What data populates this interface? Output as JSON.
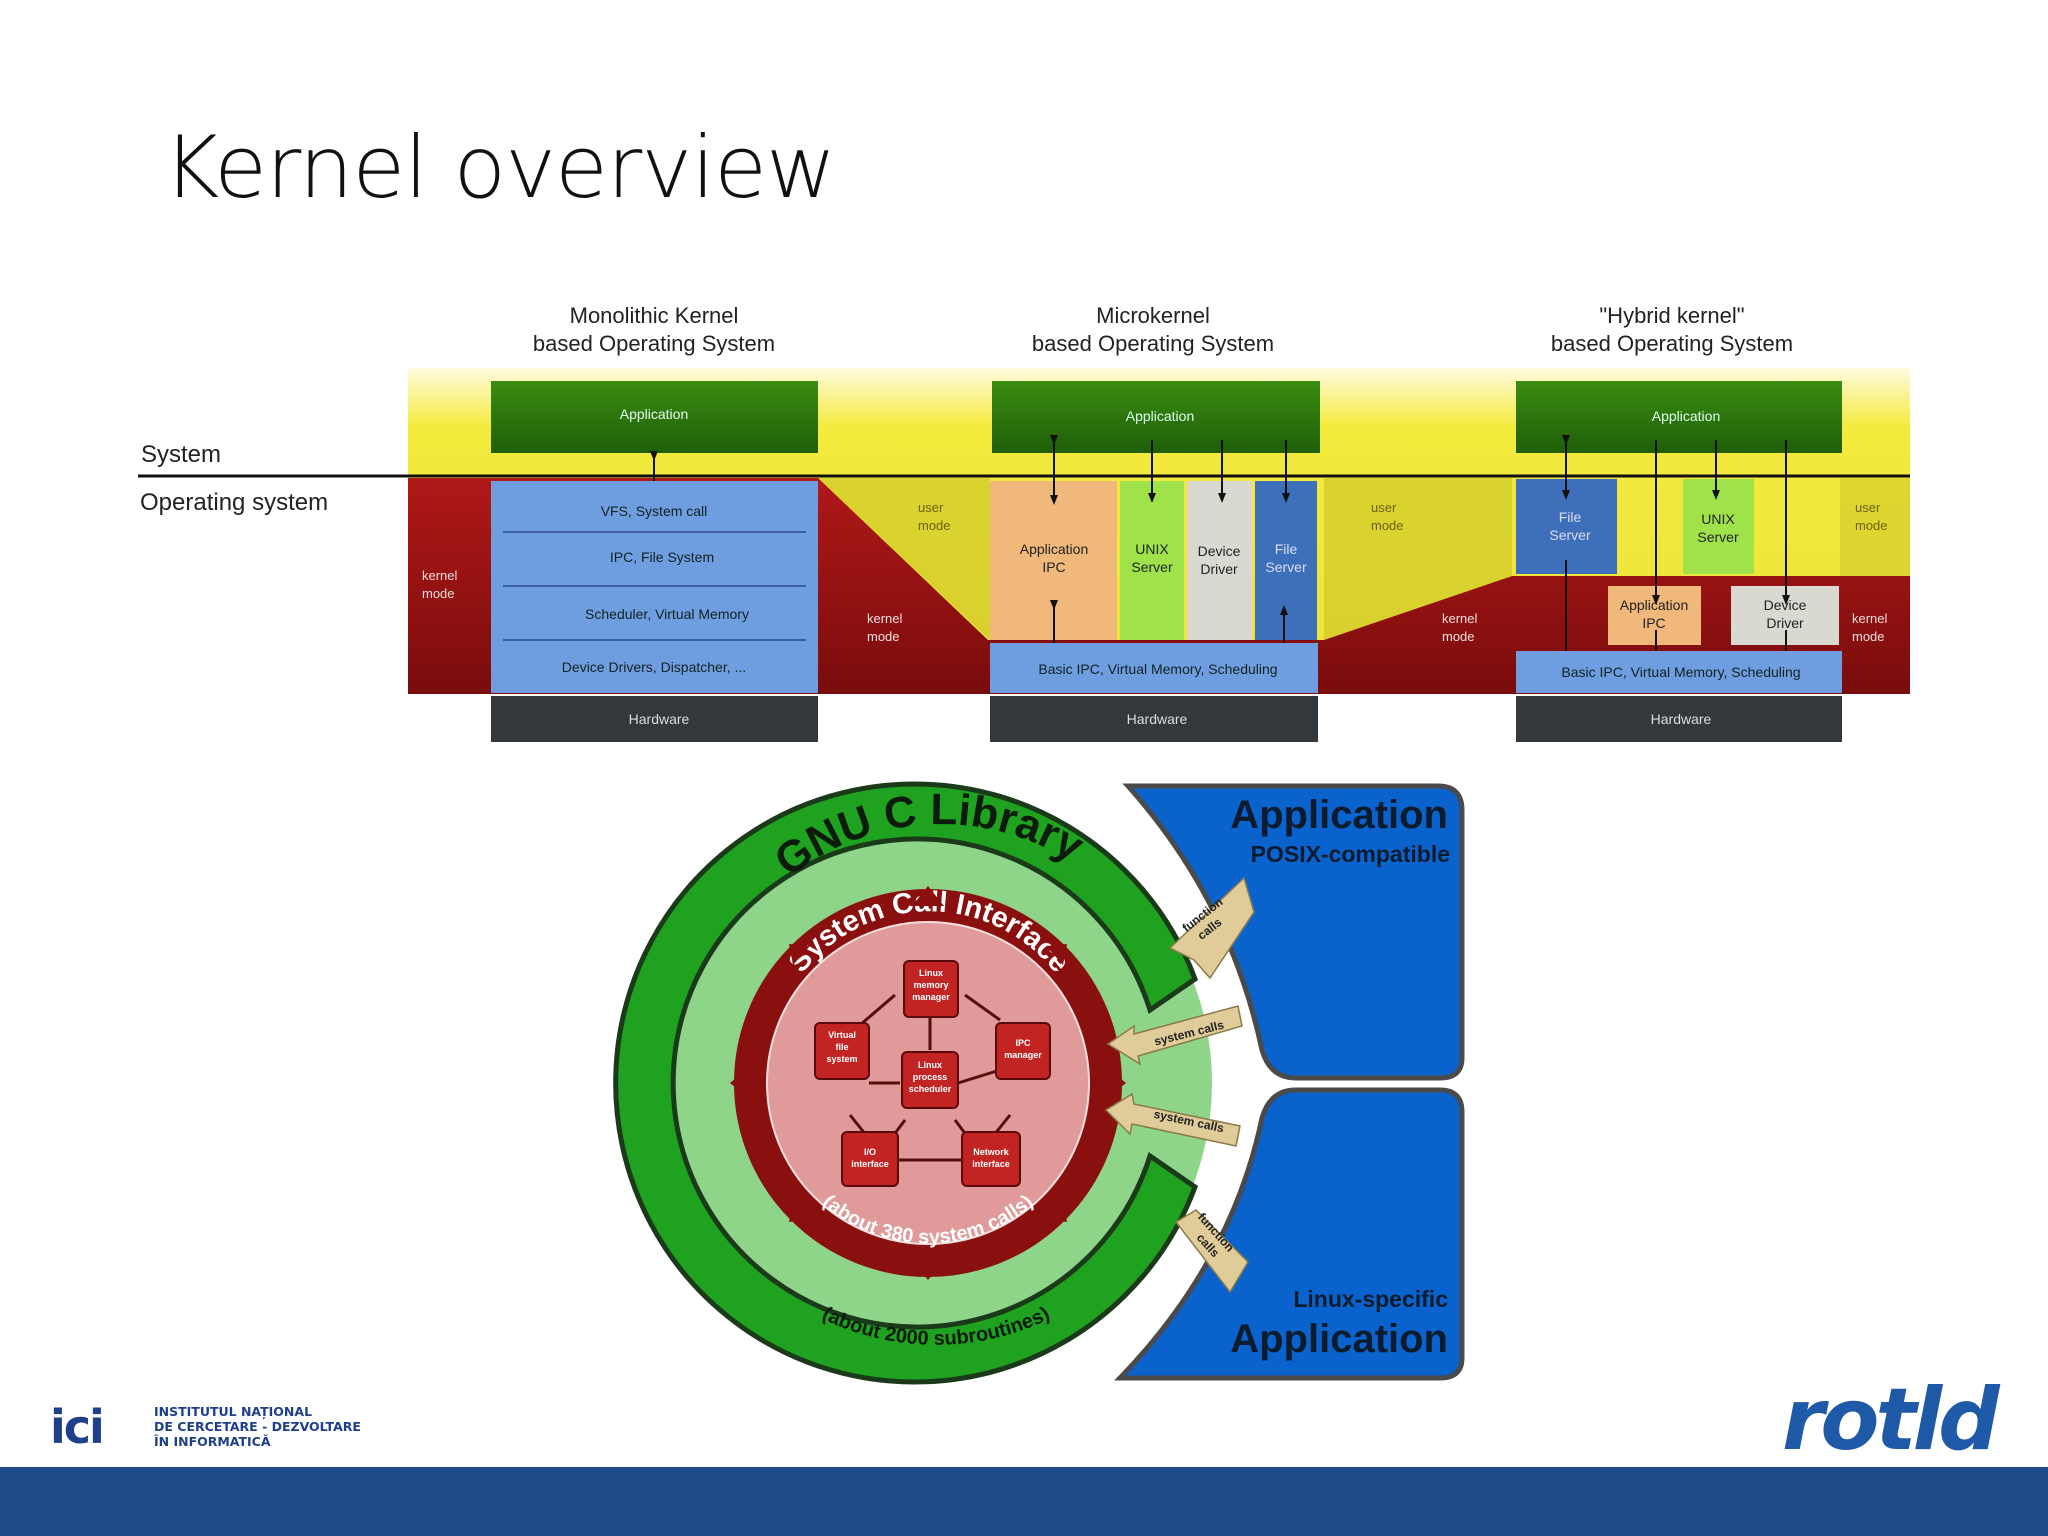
{
  "slide": {
    "title": "Kernel overview"
  },
  "kernels": {
    "monolithic": {
      "title_line1": "Monolithic Kernel",
      "title_line2": "based Operating System",
      "application": "Application",
      "layers": [
        "VFS, System call",
        "IPC, File System",
        "Scheduler, Virtual Memory",
        "Device Drivers, Dispatcher, ..."
      ],
      "hardware": "Hardware",
      "kernel_mode": [
        "kernel",
        "mode"
      ]
    },
    "micro": {
      "title_line1": "Microkernel",
      "title_line2": "based Operating System",
      "application": "Application",
      "servers": [
        {
          "line1": "Application",
          "line2": "IPC"
        },
        {
          "line1": "UNIX",
          "line2": "Server"
        },
        {
          "line1": "Device",
          "line2": "Driver"
        },
        {
          "line1": "File",
          "line2": "Server"
        }
      ],
      "base": "Basic IPC, Virtual Memory, Scheduling",
      "hardware": "Hardware",
      "user_mode": [
        "user",
        "mode"
      ],
      "kernel_mode": [
        "kernel",
        "mode"
      ]
    },
    "hybrid": {
      "title_line1": "\"Hybrid kernel\"",
      "title_line2": "based Operating System",
      "application": "Application",
      "file_server": [
        "File",
        "Server"
      ],
      "unix_server": [
        "UNIX",
        "Server"
      ],
      "app_ipc": [
        "Application",
        "IPC"
      ],
      "device_driver": [
        "Device",
        "Driver"
      ],
      "base": "Basic IPC, Virtual Memory, Scheduling",
      "hardware": "Hardware",
      "user_mode": [
        "user",
        "mode"
      ],
      "kernel_mode": [
        "kernel",
        "mode"
      ]
    },
    "user_mode_mid": [
      "user",
      "mode"
    ],
    "kernel_mode_mid": [
      "kernel",
      "mode"
    ],
    "labels": {
      "system": "System",
      "operating_system": "Operating system"
    }
  },
  "linux_diagram": {
    "glibc": "GNU C Library",
    "glibc_count": "(about 2000 subroutines)",
    "sci": "System Call Interface",
    "sci_count": "(about 380 system calls)",
    "app_top": "Application",
    "app_top_sub": "POSIX-compatible",
    "app_bottom": "Application",
    "app_bottom_sub": "Linux-specific",
    "function_calls": [
      "function",
      "calls"
    ],
    "system_calls": "system calls",
    "subsystems": {
      "memory": [
        "Linux",
        "memory",
        "manager"
      ],
      "ipc": [
        "IPC",
        "manager"
      ],
      "vfs": [
        "Virtual",
        "file",
        "system"
      ],
      "scheduler": [
        "Linux",
        "process",
        "scheduler"
      ],
      "io": [
        "I/O",
        "interface"
      ],
      "network": [
        "Network",
        "interface"
      ]
    }
  },
  "footer": {
    "left_logo_mark": "ici",
    "left_logo_lines": [
      "INSTITUTUL NAȚIONAL",
      "DE CERCETARE - DEZVOLTARE",
      "ÎN INFORMATICĂ"
    ],
    "right_logo": "rotld"
  },
  "colors": {
    "green_app": "#2f7d10",
    "blue_layer": "#6f9ee0",
    "dark_red": "#8a0f0f",
    "yellow": "#f2e73a",
    "hardware": "#33383c",
    "glibc_green": "#1fa21f",
    "app_blue": "#0a62cc",
    "footer_blue": "#1e4a88"
  }
}
